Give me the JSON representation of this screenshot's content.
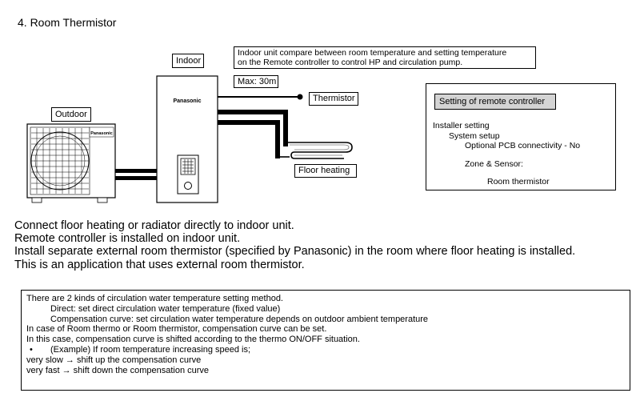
{
  "section_title": "4.   Room Thermistor",
  "diagram": {
    "outdoor_label": "Outdoor",
    "indoor_label": "Indoor",
    "indoor_brand": "Panasonic",
    "outdoor_brand": "Panasonic",
    "compare_note": [
      "Indoor unit compare between room temperature and setting temperature",
      "on the Remote controller to control HP and circulation pump."
    ],
    "max_label": "Max: 30m",
    "thermistor_label": "Thermistor",
    "floor_heating_label": "Floor heating"
  },
  "settings": {
    "header": "Setting of remote controller",
    "installer": "Installer setting",
    "system_setup": "System setup",
    "optional_pcb": "Optional PCB connectivity - No",
    "zone_sensor": "Zone & Sensor:",
    "room_thermistor": "Room thermistor"
  },
  "summary": [
    "Connect floor heating or radiator directly to indoor unit.",
    "Remote controller is installed on indoor unit.",
    "Install separate external room thermistor (specified by Panasonic) in the room where floor heating is installed.",
    "This is an application that uses external room thermistor."
  ],
  "notes": {
    "intro": "There are 2 kinds of circulation water temperature setting method.",
    "direct": "Direct: set direct circulation water temperature (fixed value)",
    "compensation": "Compensation curve: set circulation water temperature depends on outdoor ambient temperature",
    "case1": "In case of Room thermo or Room thermistor, compensation curve can be set.",
    "case2": "In this case, compensation curve is shifted according to the thermo ON/OFF situation.",
    "bullet": "•",
    "example": "(Example) If room temperature increasing speed is;",
    "slow": "very slow → shift up the compensation curve",
    "fast": "very fast → shift down the compensation curve"
  }
}
